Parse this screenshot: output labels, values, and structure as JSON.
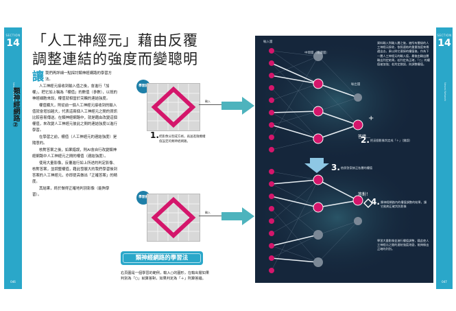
{
  "tabs": {
    "left": {
      "chapter": "SECTION",
      "number": "14",
      "vertical": "Neural Network",
      "page": "046"
    },
    "right": {
      "chapter": "SECTION",
      "number": "14",
      "vertical": "Neural Network",
      "page": "047"
    }
  },
  "sidebar_title": "類神經網路②",
  "headline": {
    "line1": "「人工神經元」藉由反覆",
    "line2": "調整連結的強度而變聰明"
  },
  "body": {
    "dropcap": "讓",
    "intro": "我們再詳細一點探討類神經網路的學習方法。",
    "paragraphs": [
      "人工神經元接收到輸入值之後，會進行「加權」，把它加上稱為「權值」的數值（參數），以既的神經細胞來說，權值就相當於突觸的連結強度。",
      "權值顯大，則從前一個人工神經元接收到的輸入值就會增加越大，代表這兩個人工神經元之間的資訊比較容易傳送。在類神經網路中，就是藉由改變這個權值，來改變人工神經元彼此之間的連結強度以進行學習。",
      "在學習之前，權值（人工神經元的連結強度）是隨意的。",
      "核對答案之後，如果錯誤，則AI會自行改變類神經網路中人工神經元之間的權值（連結強度）。",
      "使用大量影像，反覆進行如上所述的判定影像、核對答案，並調整權值，藉此發展大的我們學習後到答案的人工神經元，亦即提高做出「正確答案」的精度。",
      "其結果，終於做得正確地判別影像（能夠學習）。"
    ]
  },
  "panels": {
    "before": {
      "badge": "學習前",
      "step": "1.",
      "caption": "把影像分割成方格，再送進隨機權值設定的類神經網路。",
      "input": "輸入"
    },
    "after": {
      "badge": "學習後",
      "input": "輸入"
    }
  },
  "network": {
    "label_input": "輸入層",
    "label_hidden": "中間層（隱藏層）",
    "label_output": "輸出層",
    "note_top": "資料輸入到輸入層之後，被所有層級的人工神經元接收，依照連結的重量強度來傳遞出去，乘以與它連接的權值後，作為下一層人工神經元的輸入值，最後由輸出層輸出判定結果。若判定為正確，「○」的權值被加強；若判定錯誤，則調整權值。",
    "wrong_label": "答錯…",
    "step2": "2.",
    "note2": "把這個影像判定成「＋」（錯誤）",
    "step3": "3.",
    "note3": "依照答案修正各層的權值",
    "correct_label": "答對！",
    "step4": "4.",
    "note4": "類神經網路內的權值調整的結果，讓它能夠正確判別影像",
    "note_bottom": "學習大量影像並進行權值調整，藉此使人工神經元之間的連結強度改變，能夠做出正確的判別。"
  },
  "method": {
    "box_label": "類神經網路的學習法",
    "text": "右頁圖是一個學習的範例，輸入○的圖形，在輸出層如果判別為「○」就算答對，如果判定為「＋」則算答錯。"
  },
  "colors": {
    "accent": "#2aa7c9",
    "magenta": "#d4166b",
    "panel_bg": "#15263b"
  }
}
